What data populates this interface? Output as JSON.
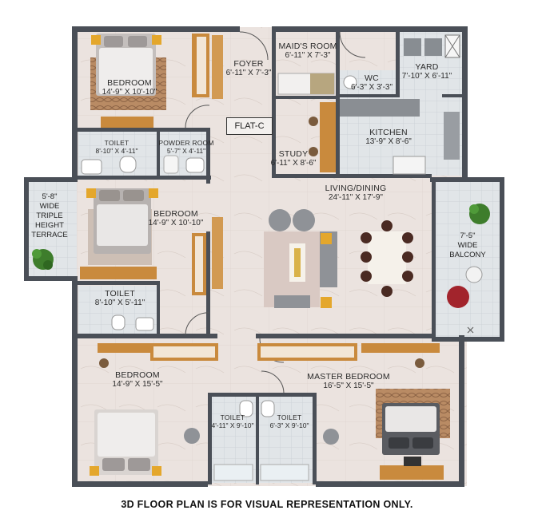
{
  "flat": {
    "label": "FLAT-C"
  },
  "rooms": {
    "bedroom1": {
      "name": "BEDROOM",
      "dims": "14'-9\" X 10'-10\""
    },
    "foyer": {
      "name": "FOYER",
      "dims": "6'-11\" X 7'-3\""
    },
    "maids_room": {
      "name": "MAID'S ROOM",
      "dims": "6'-11\" X 7'-3\""
    },
    "wc": {
      "name": "WC",
      "dims": "6'-3\" X 3'-3\""
    },
    "yard": {
      "name": "YARD",
      "dims": "7'-10\" X 6'-11\""
    },
    "toilet1": {
      "name": "TOILET",
      "dims": "8'-10\" X 4'-11\""
    },
    "powder_room": {
      "name": "POWDER ROOM",
      "dims": "5'-7\" X 4'-11\""
    },
    "kitchen": {
      "name": "KITCHEN",
      "dims": "13'-9\" X 8'-6\""
    },
    "study": {
      "name": "STUDY",
      "dims": "6'-11\" X 8'-6\""
    },
    "living_dining": {
      "name": "LIVING/DINING",
      "dims": "24'-11\" X 17'-9\""
    },
    "bedroom2": {
      "name": "BEDROOM",
      "dims": "14'-9\" X 10'-10\""
    },
    "terrace": {
      "lines": [
        "5'-8\"",
        "WIDE",
        "TRIPLE",
        "HEIGHT",
        "TERRACE"
      ]
    },
    "balcony": {
      "lines": [
        "7'-5\"",
        "WIDE",
        "BALCONY"
      ]
    },
    "toilet2": {
      "name": "TOILET",
      "dims": "8'-10\" X 5'-11\""
    },
    "bedroom3": {
      "name": "BEDROOM",
      "dims": "14'-9\" X 15'-5\""
    },
    "master_bedroom": {
      "name": "MASTER BEDROOM",
      "dims": "16'-5\" X 15'-5\""
    },
    "toilet3": {
      "name": "TOILET",
      "dims": "4'-11\" X 9'-10\""
    },
    "toilet4": {
      "name": "TOILET",
      "dims": "6'-3\" X 9'-10\""
    }
  },
  "disclaimer": "3D FLOOR PLAN IS FOR VISUAL REPRESENTATION ONLY.",
  "colors": {
    "wall": "#4a4f57",
    "floor": "#e9e1de",
    "tile": "#dfe3e6",
    "wood": "#c98a3d",
    "bed": "#b9b4b2",
    "sofa": "#9a9da3",
    "plant": "#3e7d2c",
    "terrace": "#d6dde0"
  }
}
